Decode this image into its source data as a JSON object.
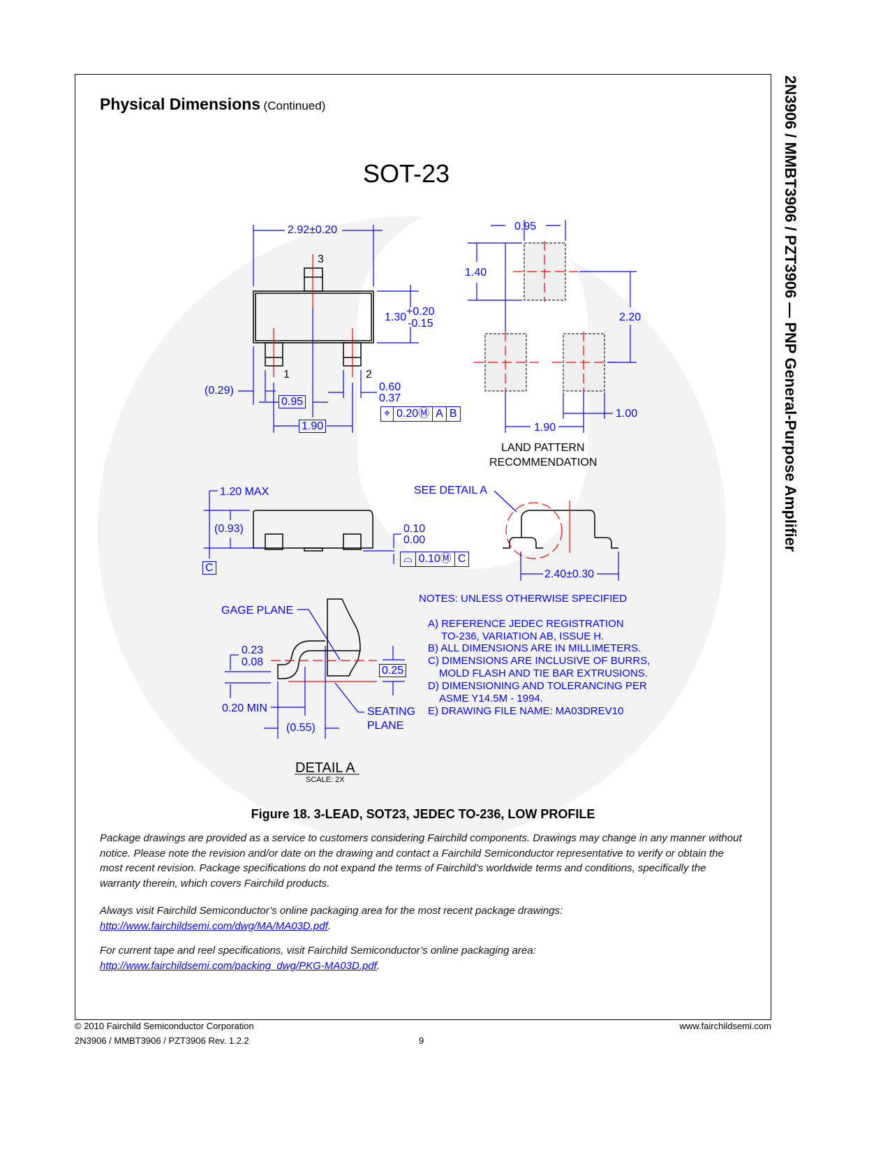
{
  "header": {
    "title": "Physical Dimensions",
    "suffix": "(Continued)"
  },
  "side_title": "2N3906 / MMBT3906 / PZT3906 — PNP General-Purpose Amplifier",
  "drawing": {
    "package": "SOT-23",
    "top_view": {
      "width": "2.92±0.20",
      "pin3": "3",
      "pin1": "1",
      "pin2": "2",
      "height_nom": "1.30",
      "height_plus": "+0.20",
      "height_minus": "-0.15",
      "offset": "(0.29)",
      "pitch": "0.95",
      "span": "1.90",
      "lead_max": "0.60",
      "lead_min": "0.37",
      "fcf": {
        "symbol": "⌖",
        "tol": "0.20Ⓜ",
        "datum_a": "A",
        "datum_b": "B"
      }
    },
    "land_pattern": {
      "pad_width": "0.95",
      "pad_length": "1.40",
      "row_spacing": "2.20",
      "pad_x": "1.00",
      "pad_span": "1.90",
      "title_line1": "LAND PATTERN",
      "title_line2": "RECOMMENDATION"
    },
    "side_view": {
      "max_height": "1.20 MAX",
      "body_height": "(0.93)",
      "datum_c": "C",
      "standoff_max": "0.10",
      "standoff_min": "0.00",
      "fcf": {
        "symbol": "⌓",
        "tol": "0.10Ⓜ",
        "datum": "C"
      },
      "see_detail": "SEE DETAIL A",
      "overall": "2.40±0.30"
    },
    "detail": {
      "gage_plane": "GAGE PLANE",
      "thick_max": "0.23",
      "thick_min": "0.08",
      "gage": "0.25",
      "foot_min": "0.20 MIN",
      "foot_ref": "(0.55)",
      "seating1": "SEATING",
      "seating2": "PLANE",
      "title": "DETAIL A",
      "scale": "SCALE: 2X"
    },
    "notes": {
      "heading": "NOTES: UNLESS OTHERWISE SPECIFIED",
      "lines": [
        "A)  REFERENCE JEDEC REGISTRATION",
        "TO-236, VARIATION AB, ISSUE H.",
        "B)  ALL DIMENSIONS ARE IN MILLIMETERS.",
        "C)  DIMENSIONS ARE INCLUSIVE OF BURRS,",
        "MOLD FLASH AND TIE BAR EXTRUSIONS.",
        "D)  DIMENSIONING AND TOLERANCING PER",
        "ASME Y14.5M - 1994.",
        "E)  DRAWING FILE NAME: MA03DREV10"
      ]
    }
  },
  "caption": "Figure 18. 3-LEAD, SOT23, JEDEC TO-236, LOW PROFILE",
  "paragraphs": {
    "p1": "Package drawings are provided as a service to customers considering Fairchild components. Drawings may change in any manner without notice. Please note the revision and/or date on the drawing and contact a Fairchild Semiconductor representative to verify or obtain the most recent revision. Package specifications do not expand the terms of Fairchild’s worldwide terms and conditions, specifically the warranty therein, which covers Fairchild products.",
    "p2": "Always visit Fairchild Semiconductor’s online packaging area for the most recent package drawings:",
    "link1": "http://www.fairchildsemi.com/dwg/MA/MA03D.pdf",
    "p3": "For current tape and reel specifications, visit Fairchild Semiconductor’s online packaging area:",
    "link2": "http://www.fairchildsemi.com/packing_dwg/PKG-MA03D.pdf"
  },
  "footer": {
    "copyright": "© 2010 Fairchild Semiconductor Corporation",
    "part": "2N3906 / MMBT3906 / PZT3906 Rev. 1.2.2",
    "page": "9",
    "website": "www.fairchildsemi.com"
  }
}
